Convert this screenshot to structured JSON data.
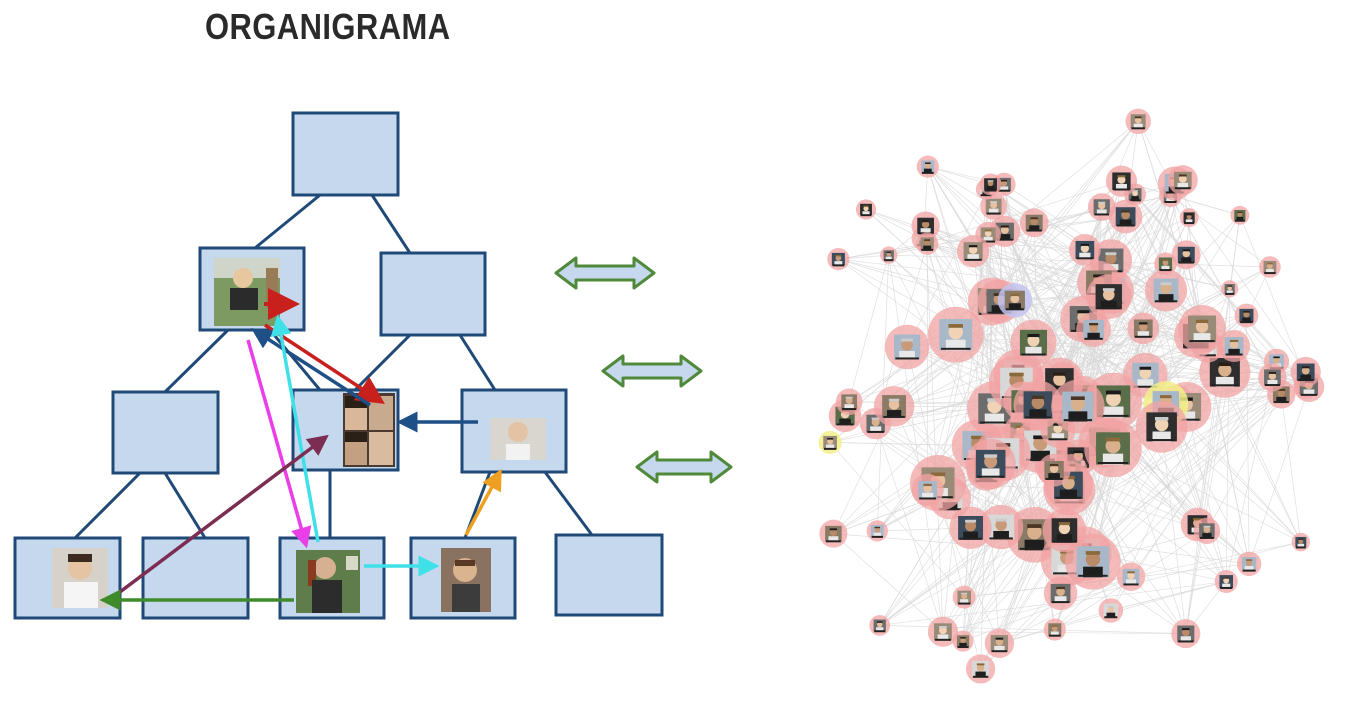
{
  "title": "ORGANIGRAMA",
  "colors": {
    "box_fill": "#c5d8ee",
    "box_stroke": "#1f4a78",
    "double_arrow": "#4f8a3a",
    "arrow_red": "#c8201c",
    "arrow_blue": "#1e4f86",
    "arrow_cyan": "#3fe0e8",
    "arrow_magenta": "#e93ee8",
    "arrow_maroon": "#7b2d52",
    "arrow_orange": "#f0a020",
    "arrow_green": "#3f8a2a",
    "node_halo": "#f2a3a3"
  },
  "org_chart": {
    "boxes_with_photo": [
      "level-1-left",
      "level-2-middle",
      "level-2-right",
      "level-3-1",
      "level-3-3",
      "level-3-4"
    ],
    "arrows": [
      "red",
      "blue-to-top",
      "blue-left",
      "cyan-up",
      "magenta-down",
      "maroon",
      "orange-up",
      "cyan-right",
      "green-left"
    ]
  },
  "network": {
    "node_count": 120,
    "node_style": "photo with pink halo"
  }
}
